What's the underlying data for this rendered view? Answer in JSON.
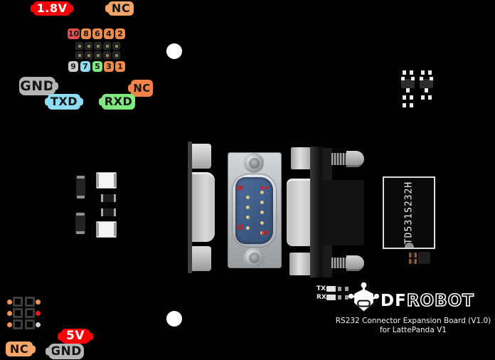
{
  "labels": {
    "v18": {
      "text": "1.8V",
      "bg": "#fb0007",
      "fg": "#ffffff"
    },
    "nc_top": {
      "text": "NC",
      "bg": "#f3a469",
      "fg": "#141414"
    },
    "gnd_top": {
      "text": "GND",
      "bg": "#b5b5b5",
      "fg": "#141414"
    },
    "nc_mid": {
      "text": "NC",
      "bg": "#f0824a",
      "fg": "#141414"
    },
    "txd": {
      "text": "TXD",
      "bg": "#8edcf2",
      "fg": "#141414"
    },
    "rxd": {
      "text": "RXD",
      "bg": "#7fe97f",
      "fg": "#141414"
    },
    "v5": {
      "text": "5V",
      "bg": "#fb0007",
      "fg": "#ffffff"
    },
    "gnd_bottom": {
      "text": "GND",
      "bg": "#b5b5b5",
      "fg": "#141414"
    },
    "nc_bottom": {
      "text": "NC",
      "bg": "#f5a76b",
      "fg": "#141414"
    }
  },
  "header": {
    "top_row": [
      {
        "label": "10",
        "bg": "#e44e4e"
      },
      {
        "label": "8",
        "bg": "#ef8a4d"
      },
      {
        "label": "6",
        "bg": "#ef8a4d"
      },
      {
        "label": "4",
        "bg": "#ef8a4d"
      },
      {
        "label": "2",
        "bg": "#ef8a4d"
      }
    ],
    "bottom_row": [
      {
        "label": "9",
        "bg": "#cccccc"
      },
      {
        "label": "7",
        "bg": "#8edcf2"
      },
      {
        "label": "5",
        "bg": "#7fe97f"
      },
      {
        "label": "3",
        "bg": "#ef8a4d"
      },
      {
        "label": "1",
        "bg": "#ef8a4d"
      }
    ]
  },
  "db9": {
    "color": "#c32222",
    "pin_marks": {
      "p1": "1",
      "p5": "5",
      "p6": "6",
      "p9": "9"
    }
  },
  "chip": {
    "part_number": "TD531S232H"
  },
  "leds": {
    "tx": "TX",
    "rx": "RX"
  },
  "brand": {
    "df": "DF",
    "robot": "ROBOT"
  },
  "board_title": {
    "line1": "RS232 Connector Expansion Board (V1.0)",
    "line2": "for LattePanda V1"
  }
}
